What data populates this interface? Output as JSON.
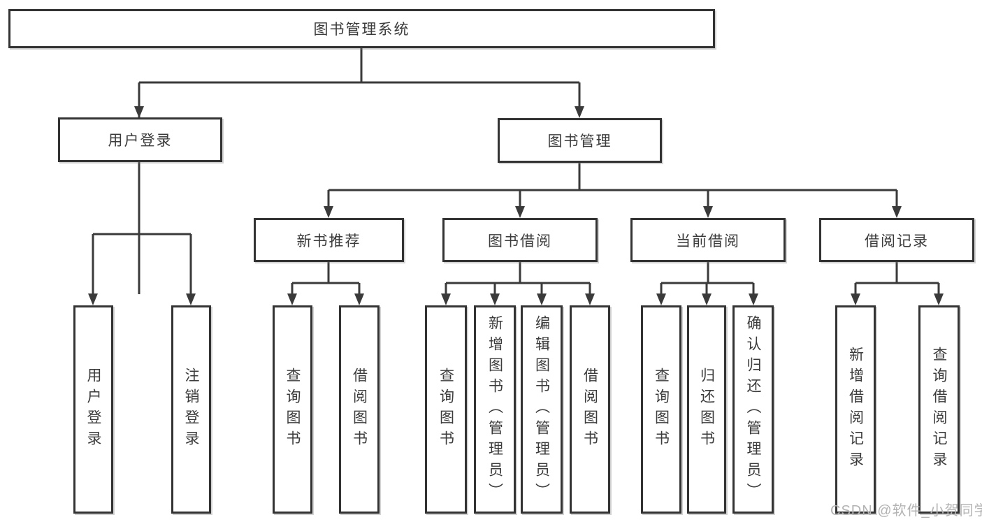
{
  "tree": {
    "root": {
      "label": "图书管理系统"
    },
    "children": [
      {
        "label": "用户登录",
        "children": [
          {
            "label": "用户登录"
          },
          {
            "label": "注销登录"
          }
        ]
      },
      {
        "label": "图书管理",
        "children": [
          {
            "label": "新书推荐",
            "children": [
              {
                "label": "查询图书"
              },
              {
                "label": "借阅图书"
              }
            ]
          },
          {
            "label": "图书借阅",
            "children": [
              {
                "label": "查询图书"
              },
              {
                "label": "新增图书（管理员）"
              },
              {
                "label": "编辑图书（管理员）"
              },
              {
                "label": "借阅图书"
              }
            ]
          },
          {
            "label": "当前借阅",
            "children": [
              {
                "label": "查询图书"
              },
              {
                "label": "归还图书"
              },
              {
                "label": "确认归还（管理员）"
              }
            ]
          },
          {
            "label": "借阅记录",
            "children": [
              {
                "label": "新增借阅记录"
              },
              {
                "label": "查询借阅记录"
              }
            ]
          }
        ]
      }
    ]
  },
  "watermark": {
    "text": "CSDN @软件_小贺同学"
  },
  "colors": {
    "line": "#3a3a3a",
    "box_border": "#333333",
    "box_fill": "#ffffff",
    "text": "#3b3b3b",
    "watermark": "#b3b3b3",
    "background": "#ffffff"
  }
}
